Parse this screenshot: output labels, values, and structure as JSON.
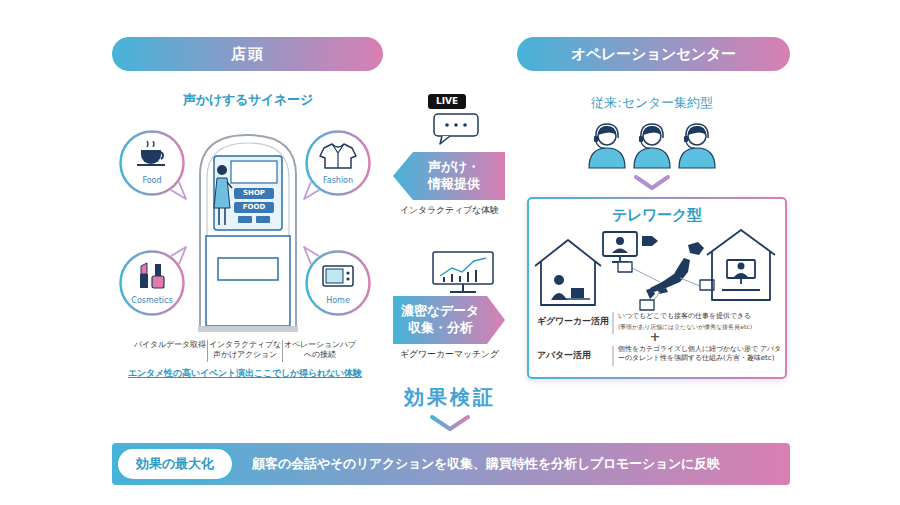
{
  "diagram": {
    "nodes": [
      {
        "text": [
          "店頭"
        ]
      },
      {
        "text": [
          "オペレーションセンター"
        ]
      },
      {
        "text": [
          "声かけするサイネージ"
        ]
      },
      {
        "text": [
          "SHOP"
        ],
        "in": 2
      },
      {
        "text": [
          "FOOD"
        ],
        "in": 2
      },
      {
        "text": [
          "Food"
        ]
      },
      {
        "text": [
          "Fashion"
        ]
      },
      {
        "text": [
          "LIVE"
        ]
      },
      {
        "text": [
          "声がけ・情報提供",
          "インタラクティブな体験"
        ]
      },
      {
        "text": [
          "Cosmetics"
        ]
      },
      {
        "text": [
          "Home"
        ]
      },
      {
        "text": [
          "濃密なデータ 収集・分析",
          "ギグワーカーマッチング"
        ]
      },
      {
        "text": [
          "テレワーク型"
        ]
      },
      {
        "text": [
          "顧客の会話やそのリアクションを収集、購買特性を分析しプロモーションに反映"
        ]
      },
      {
        "text": [
          "効果の最大化"
        ],
        "in": 13
      }
    ],
    "labels": [
      "従来:センター集約型",
      "バイタルデータ取得",
      "インタラクティブな 声かけアクション",
      "オペレーションハブ への接続",
      "エンタメ性の高いイベント演出ここでしか得られない体験",
      "ギグワーカー活用",
      "いつでもどこでも接客の仕事を提供できる",
      "(事情があり店舗には立たないが優秀な接客員etc)",
      "+",
      "アバター活用",
      "個性をカテゴライズし個人に紐づかない形で アバターのタレント性を強調する仕組み(方言・趣味etc)",
      "効果検証"
    ]
  }
}
